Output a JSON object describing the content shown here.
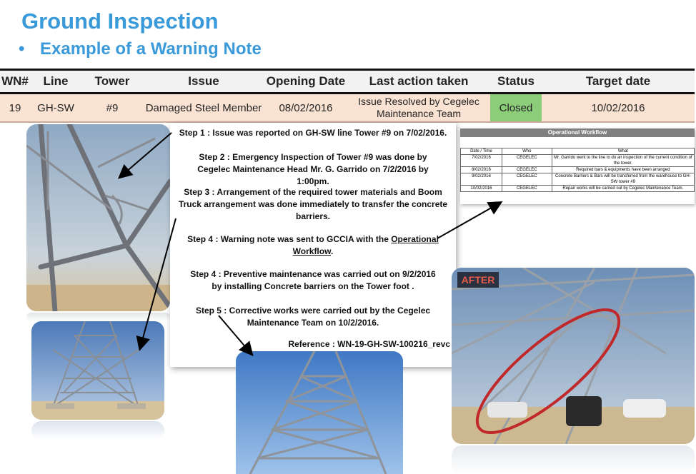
{
  "header": {
    "title": "Ground Inspection",
    "bullet": "•",
    "subtitle": "Example of a Warning Note"
  },
  "table": {
    "headers": [
      "WN#",
      "Line",
      "Tower",
      "Issue",
      "Opening Date",
      "Last action taken",
      "Status",
      "Target date"
    ],
    "row": {
      "wn": "19",
      "line": "GH-SW",
      "tower": "#9",
      "issue": "Damaged Steel Member",
      "opening_date": "08/02/2016",
      "last_action": "Issue Resolved by Cegelec Maintenance Team",
      "status": "Closed",
      "target_date": "10/02/2016"
    }
  },
  "steps": {
    "step1": "Step 1 : Issue was reported on GH-SW line Tower #9 on 7/02/2016.",
    "step2": "Step 2 : Emergency Inspection of Tower #9 was done by Cegelec Maintenance Head Mr. G. Garrido on 7/2/2016 by 1:00pm.",
    "step3": "Step 3 : Arrangement of the required tower materials and Boom Truck arrangement was done immediately to transfer the concrete barriers.",
    "step4a_prefix": "Step 4 : Warning note was sent to GCCIA with the ",
    "step4a_link": "Operational Workflow",
    "step4a_suffix": ".",
    "step4b": "Step 4 : Preventive maintenance was carried out on 9/2/2016 by installing Concrete barriers on the Tower foot .",
    "step5": "Step 5 : Corrective works were carried out by the Cegelec Maintenance Team on 10/2/2016.",
    "reference": "Reference : WN-19-GH-SW-100216_revc"
  },
  "workflow": {
    "title": "Operational Workflow",
    "headers": [
      "Date / Time",
      "Who",
      "What"
    ],
    "rows": [
      {
        "date": "7/02/2016",
        "who": "CEGELEC",
        "what": "Mr. Garrido went to the line to do an inspection of the current condition of the tower."
      },
      {
        "date": "8/02/2016",
        "who": "CEGELEC",
        "what": "Required bars & equipments have been arranged"
      },
      {
        "date": "9/02/2016",
        "who": "CEGELEC",
        "what": "Concrete Barriers & Bars will be transferred from the warehouse to GH-SW tower #9"
      },
      {
        "date": "10/02/2016",
        "who": "CEGELEC",
        "what": "Repair works will be carried out by Cegelec Maintenance Team."
      }
    ]
  },
  "photos": {
    "after_label": "AFTER"
  },
  "colors": {
    "title_blue": "#3a9ad9",
    "status_green": "#8ccd7a",
    "row_peach": "#fbe3d4",
    "highlight_red": "#c0282a"
  }
}
